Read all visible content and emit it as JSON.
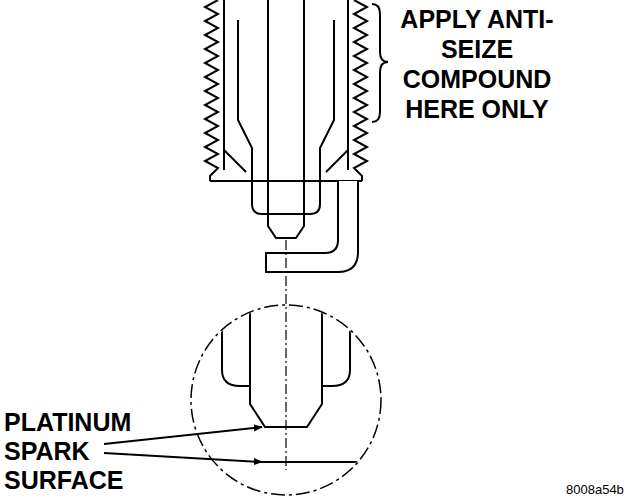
{
  "diagram": {
    "labels": [
      "APPLY ANTI-SEIZE COMPOUND HERE ONLY",
      "PLATINUM SPARK SURFACE",
      "8008a54b"
    ]
  }
}
